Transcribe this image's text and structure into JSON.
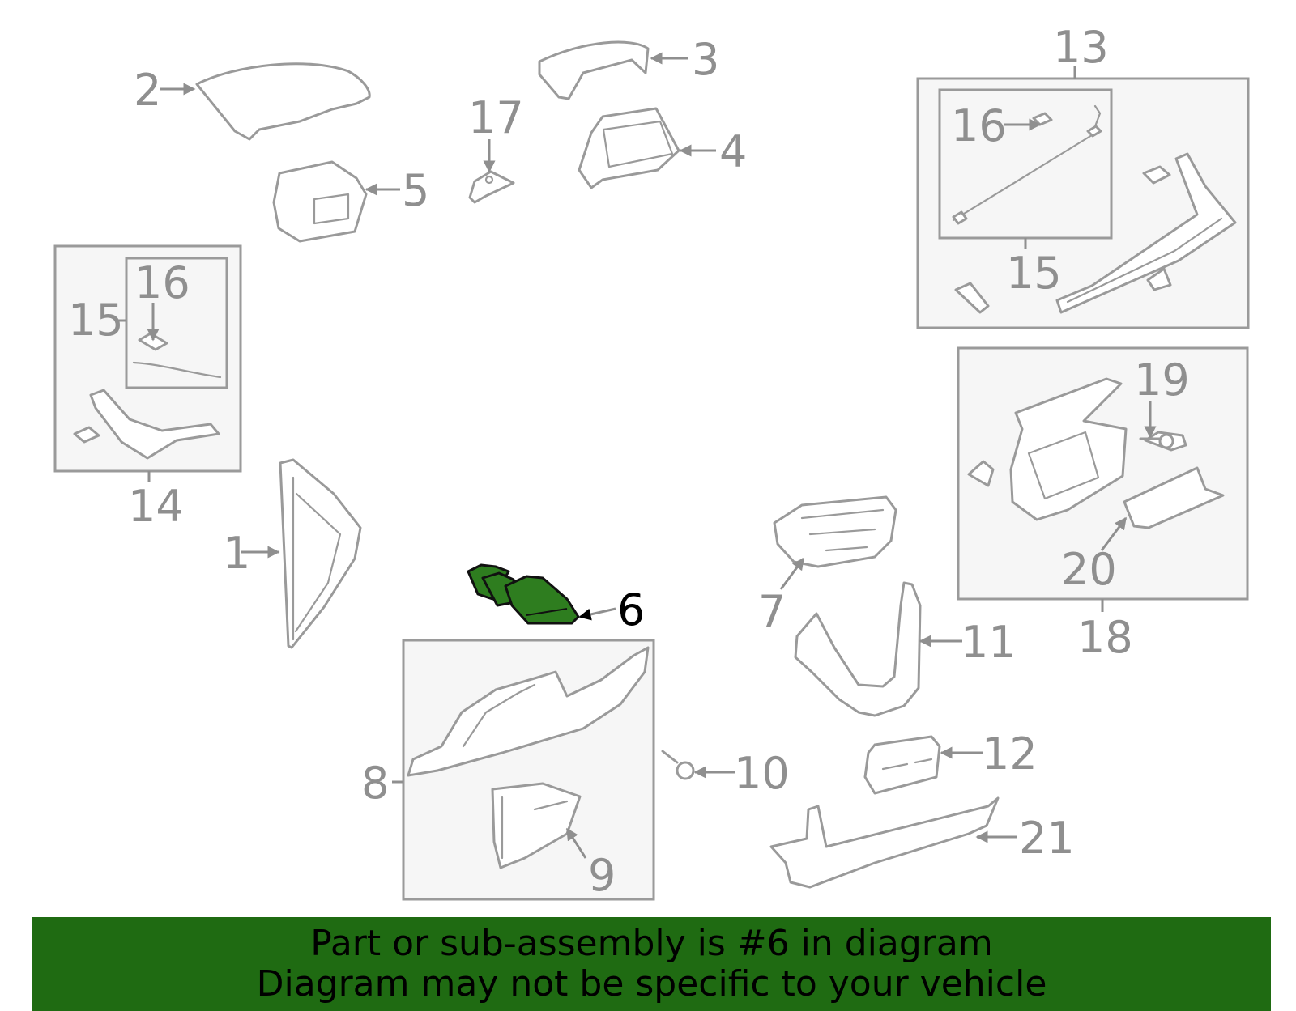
{
  "diagram": {
    "labels": {
      "p1": "1",
      "p2": "2",
      "p3": "3",
      "p4": "4",
      "p5": "5",
      "p6": "6",
      "p7": "7",
      "p8": "8",
      "p9": "9",
      "p10": "10",
      "p11": "11",
      "p12": "12",
      "p13": "13",
      "p14": "14",
      "p15a": "15",
      "p15b": "15",
      "p16a": "16",
      "p16b": "16",
      "p17": "17",
      "p18": "18",
      "p19": "19",
      "p20": "20",
      "p21": "21"
    },
    "highlighted_part": "6",
    "colors": {
      "line": "#9a9a9a",
      "highlight_fill": "#2e7d1f",
      "box_fill": "#f6f6f6",
      "banner": "#1f6b12"
    }
  },
  "banner": {
    "line1": "Part or sub-assembly is #6 in diagram",
    "line2": "Diagram may not be specific to your vehicle"
  }
}
